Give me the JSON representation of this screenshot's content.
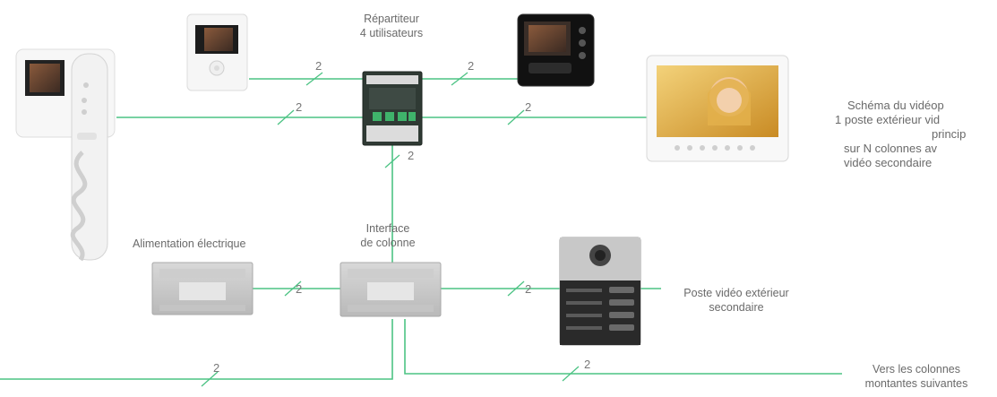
{
  "diagram": {
    "wire_color": "#4cc384",
    "wire_count_label": "2",
    "labels": {
      "splitter": [
        "Répartiteur",
        "4 utilisateurs"
      ],
      "column_interface": [
        "Interface",
        "de colonne"
      ],
      "power_supply": "Alimentation électrique",
      "secondary_outdoor": [
        "Poste vidéo extérieur",
        "secondaire"
      ],
      "next_columns": [
        "Vers les colonnes",
        "montantes suivantes"
      ]
    },
    "side_title": [
      "Schéma du vidéop",
      "1 poste extérieur vid",
      "princip",
      "sur N colonnes av",
      "vidéo secondaire"
    ]
  }
}
